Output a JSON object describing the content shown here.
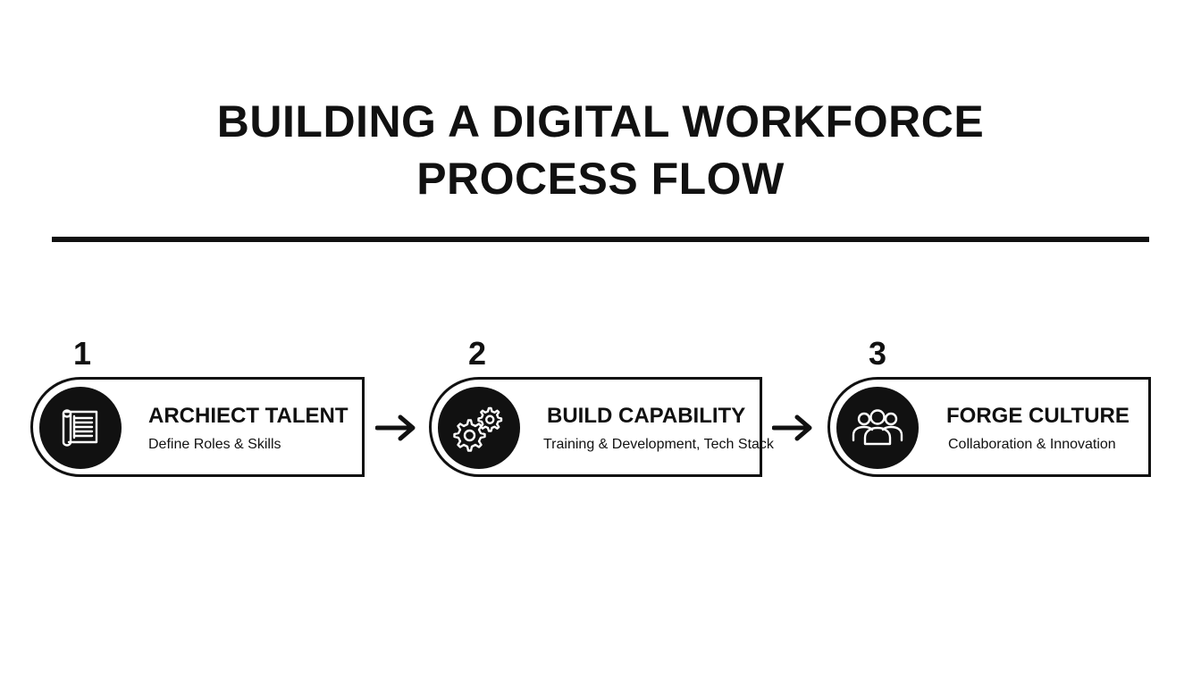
{
  "title": {
    "line1": "BUILDING A DIGITAL WORKFORCE",
    "line2": "PROCESS FLOW"
  },
  "steps": [
    {
      "number": "1",
      "title": "ARCHIECT TALENT",
      "subtitle": "Define Roles & Skills",
      "icon": "blueprint-document-icon"
    },
    {
      "number": "2",
      "title": "BUILD CAPABILITY",
      "subtitle": "Training & Development, Tech Stack",
      "icon": "gears-icon"
    },
    {
      "number": "3",
      "title": "FORGE CULTURE",
      "subtitle": "Collaboration & Innovation",
      "icon": "people-group-icon"
    }
  ],
  "connector_icon": "right-arrow-icon",
  "colors": {
    "ink": "#111111",
    "background": "#ffffff",
    "icon_line": "#ffffff"
  }
}
